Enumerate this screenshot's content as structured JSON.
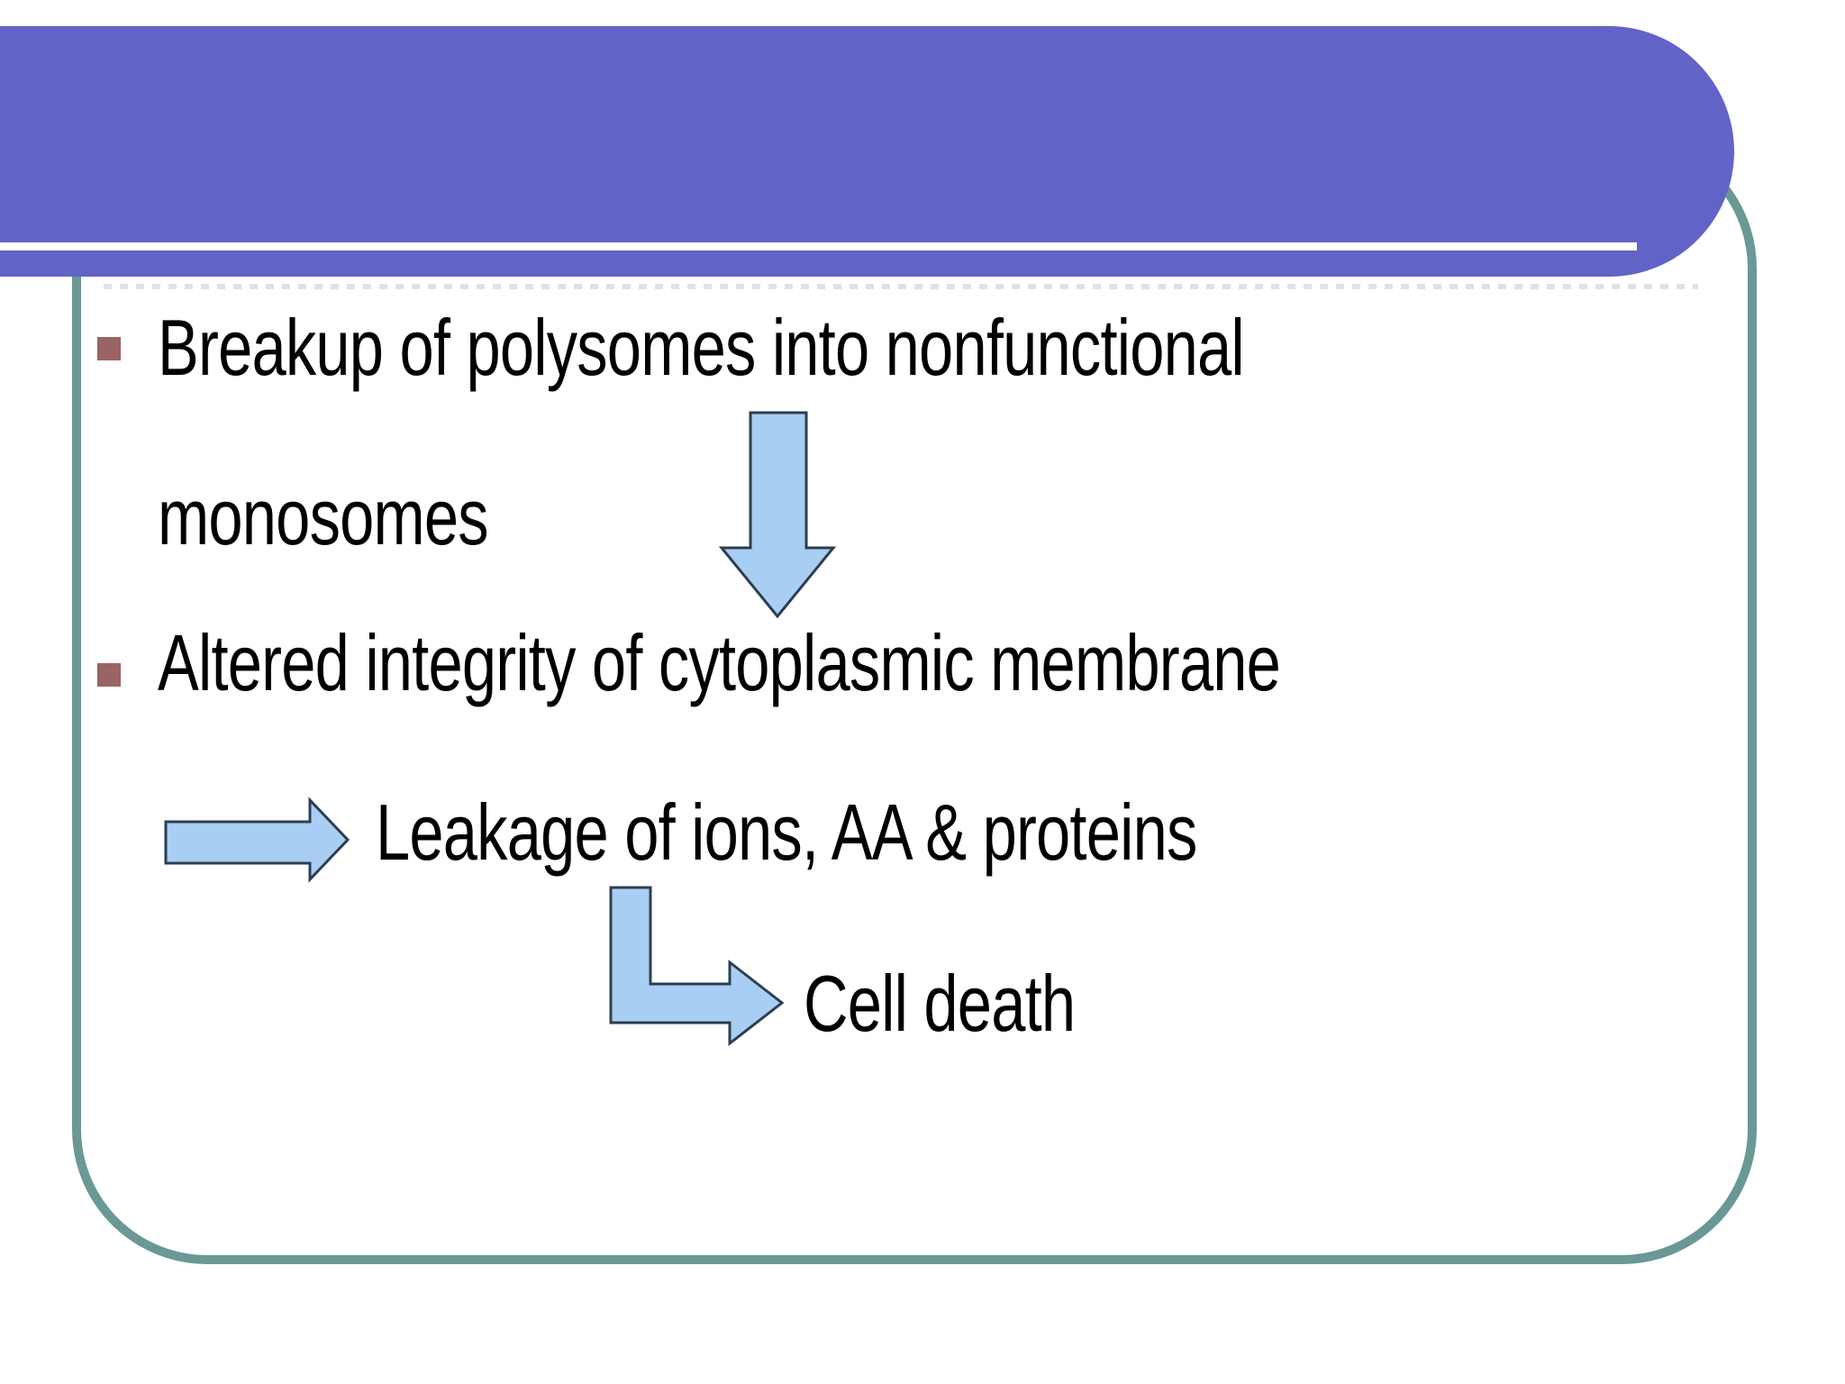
{
  "slide": {
    "title_bar_text": "",
    "bullets": [
      {
        "lines": [
          "Breakup of polysomes into nonfunctional",
          "monosomes"
        ]
      },
      {
        "lines": [
          "Altered integrity of cytoplasmic membrane"
        ]
      }
    ],
    "flow_labels": {
      "leakage": "Leakage of ions, AA & proteins",
      "cell_death": "Cell death"
    }
  },
  "colors": {
    "header-purple": "#6263C7",
    "frame-teal": "#6A9894",
    "bullet-maroon": "#9A6364",
    "arrow-fill": "#A9CEF4",
    "arrow-outline": "#2D3E50",
    "dash-gray": "#C8C8D0",
    "text-black": "#000000",
    "background": "#FFFFFF"
  }
}
